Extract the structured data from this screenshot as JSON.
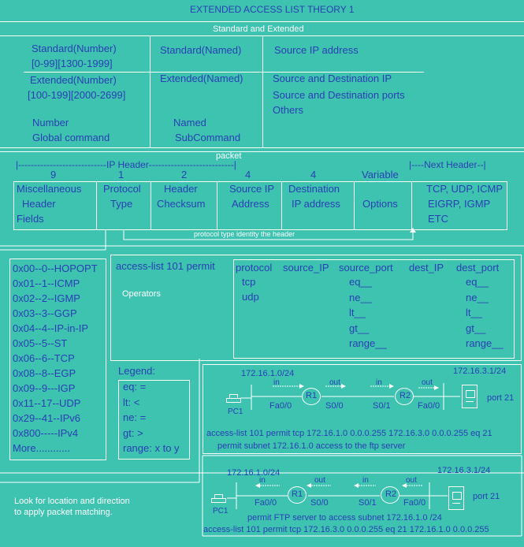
{
  "title": "EXTENDED ACCESS LIST THEORY 1",
  "compare": {
    "heading": "Standard and Extended",
    "std_num_1": "Standard(Number)",
    "std_num_2": "[0-99][1300-1999]",
    "std_named": "Standard(Named)",
    "std_desc": "Source IP address",
    "ext_num_1": "Extended(Number)",
    "ext_num_2": "[100-199][2000-2699]",
    "ext_named": "Extended(Named)",
    "ext_desc_1": "Source and Destination IP",
    "ext_desc_2": "Source and Destination ports",
    "ext_desc_3": "Others",
    "number_1": "Number",
    "number_2": "Global command",
    "named_1": "Named",
    "named_2": "SubCommand"
  },
  "packet": {
    "label": "packet",
    "ip_header": "|----------------------------IP Header---------------------------|",
    "next_header": "|----Next Header--|",
    "sizes": [
      "9",
      "1",
      "2",
      "4",
      "4",
      "Variable"
    ],
    "fields": [
      {
        "l1": "Miscellaneous",
        "l2": "Header",
        "l3": "Fields"
      },
      {
        "l1": "Protocol",
        "l2": "Type"
      },
      {
        "l1": "Header",
        "l2": "Checksum"
      },
      {
        "l1": "Source IP",
        "l2": "Address"
      },
      {
        "l1": "Destination",
        "l2": "IP address"
      },
      {
        "l1": "Options"
      }
    ],
    "next": [
      "TCP, UDP, ICMP",
      "EIGRP, IGMP",
      "ETC"
    ],
    "identify_note": "protocol type identity the header"
  },
  "protocols": [
    "0x00--0--HOPOPT",
    "0x01--1--ICMP",
    "0x02--2--IGMP",
    "0x03--3--GGP",
    "0x04--4--IP-in-IP",
    "0x05--5--ST",
    "0x06--6--TCP",
    "0x08--8--EGP",
    "0x09--9---IGP",
    "0x11--17--UDP",
    "0x29--41--IPv6",
    "0x800-----IPv4",
    "More............"
  ],
  "acl": {
    "command": "access-list 101 permit",
    "operators_label": "Operators",
    "headers": [
      "protocol",
      "source_IP",
      "source_port",
      "dest_IP",
      "dest_port"
    ],
    "protos": [
      "tcp",
      "udp"
    ],
    "ops": [
      "eq__",
      "ne__",
      "lt__",
      "gt__",
      "range__"
    ],
    "ops_dest": [
      "eq__",
      "ne__",
      "lt__",
      "gt__",
      "range__"
    ]
  },
  "legend": {
    "title": "Legend:",
    "items": [
      "eq: =",
      "lt: <",
      "ne: =",
      "gt: >",
      "range: x to y"
    ]
  },
  "net1": {
    "src_net": "172.16.1.0/24",
    "dst_host": "172.16.3.1/24",
    "in1": "in",
    "out1": "out",
    "in2": "in",
    "out2": "out",
    "pc": "PC1",
    "r1": "R1",
    "r2": "R2",
    "if_fa0_0_a": "Fa0/0",
    "if_s0_0": "S0/0",
    "if_s0_1": "S0/1",
    "if_fa0_0_b": "Fa0/0",
    "port": "port 21",
    "acl_line": "access-list 101 permit tcp 172.16.1.0 0.0.0.255  172.16.3.0 0.0.0.255 eq 21",
    "desc": "permit subnet 172.16.1.0  access to the ftp server"
  },
  "net2": {
    "src_net": "172.16.1.0/24",
    "dst_host": "172.16.3.1/24",
    "in1": "in",
    "out1": "out",
    "in2": "in",
    "out2": "out",
    "pc": "PC1",
    "r1": "R1",
    "r2": "R2",
    "if_fa0_0_a": "Fa0/0",
    "if_s0_0": "S0/0",
    "if_s0_1": "S0/1",
    "if_fa0_0_b": "Fa0/0",
    "port": "port 21",
    "desc": "permit FTP server to access subnet 172.16.1.0 /24",
    "acl_line": "access-list 101 permit tcp 172.16.3.0   0.0.0.255 eq 21 172.16.1.0   0.0.0.255"
  },
  "hint": [
    "Look for location and direction",
    "to apply packet matching."
  ]
}
